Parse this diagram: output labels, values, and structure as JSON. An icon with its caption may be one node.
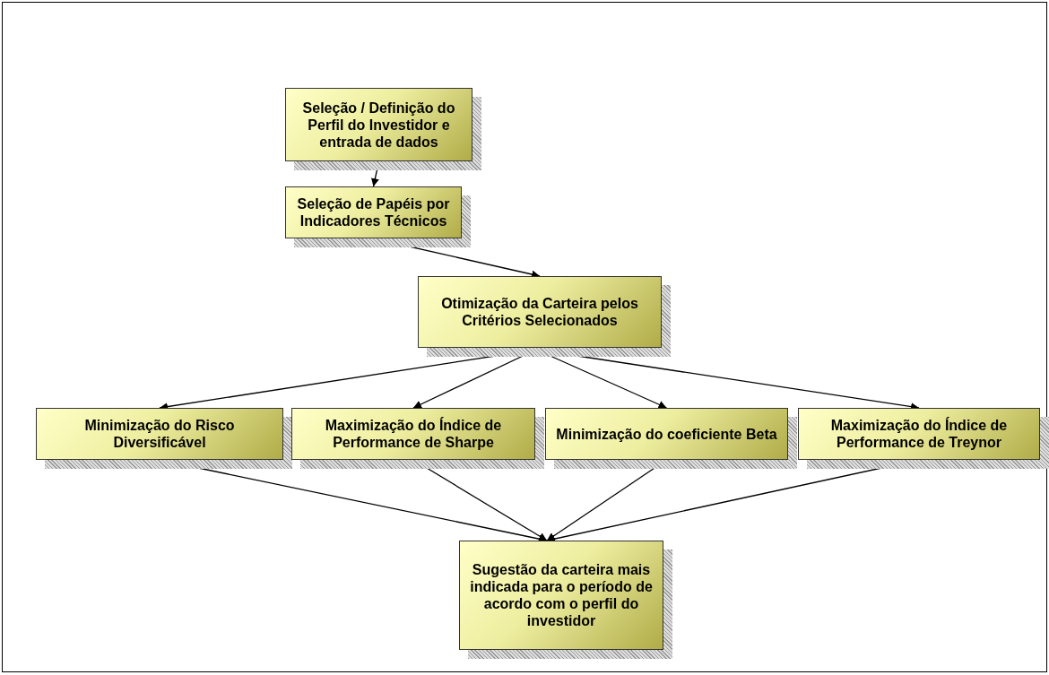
{
  "diagram": {
    "nodes": [
      {
        "text": [
          "Seleção / Definição do Perfil do Investidor e entrada de dados"
        ]
      },
      {
        "text": [
          "Seleção de Papéis por Indicadores Técnicos"
        ]
      },
      {
        "text": [
          "Otimização da Carteira pelos Critérios Selecionados"
        ]
      },
      {
        "text": [
          "Minimização do Risco Diversificável"
        ]
      },
      {
        "text": [
          "Maximização do Índice de Performance de Sharpe"
        ]
      },
      {
        "text": [
          "Minimização do coeficiente Beta"
        ]
      },
      {
        "text": [
          "Maximização do Índice de Performance de Treynor"
        ]
      },
      {
        "text": [
          "Sugestão da carteira mais indicada para o período de acordo com o perfil do investidor"
        ]
      }
    ],
    "edges": [
      {
        "from": 0,
        "to": 1,
        "arrow": "to"
      },
      {
        "from": 1,
        "to": 2,
        "arrow": "to"
      },
      {
        "from": 2,
        "to": 3,
        "arrow": "to"
      },
      {
        "from": 2,
        "to": 4,
        "arrow": "to"
      },
      {
        "from": 2,
        "to": 5,
        "arrow": "to"
      },
      {
        "from": 2,
        "to": 6,
        "arrow": "to"
      },
      {
        "from": 3,
        "to": 7,
        "arrow": "to"
      },
      {
        "from": 4,
        "to": 7,
        "arrow": "to"
      },
      {
        "from": 5,
        "to": 7,
        "arrow": "to"
      },
      {
        "from": 6,
        "to": 7,
        "arrow": "to"
      }
    ]
  }
}
